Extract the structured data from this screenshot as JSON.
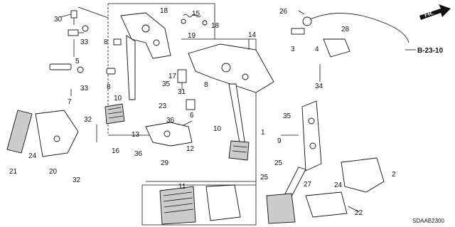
{
  "diagram": {
    "part_numbers": {
      "p30": "30",
      "p33a": "33",
      "p5": "5",
      "p33b": "33",
      "p7": "7",
      "p8a": "8",
      "p8b": "8",
      "p10a": "10",
      "p16": "16",
      "p18a": "18",
      "p15": "15",
      "p18b": "18",
      "p19": "19",
      "p17": "17",
      "p35a": "35",
      "p31": "31",
      "p23": "23",
      "p8c": "8",
      "p6": "6",
      "p36a": "36",
      "p13": "13",
      "p36b": "36",
      "p29": "29",
      "p12": "12",
      "p14": "14",
      "p10b": "10",
      "p35b": "35",
      "p1": "1",
      "p9": "9",
      "p25a": "25",
      "p25b": "25",
      "p11": "11",
      "p26": "26",
      "p3": "3",
      "p28": "28",
      "p4": "4",
      "p34": "34",
      "p2": "2",
      "p24a": "24",
      "p27": "27",
      "p22": "22",
      "p21": "21",
      "p24b": "24",
      "p20": "20",
      "p32a": "32",
      "p32b": "32"
    },
    "reference": "B-23-10",
    "direction": "FR.",
    "diagram_code": "SDAAB2300"
  }
}
